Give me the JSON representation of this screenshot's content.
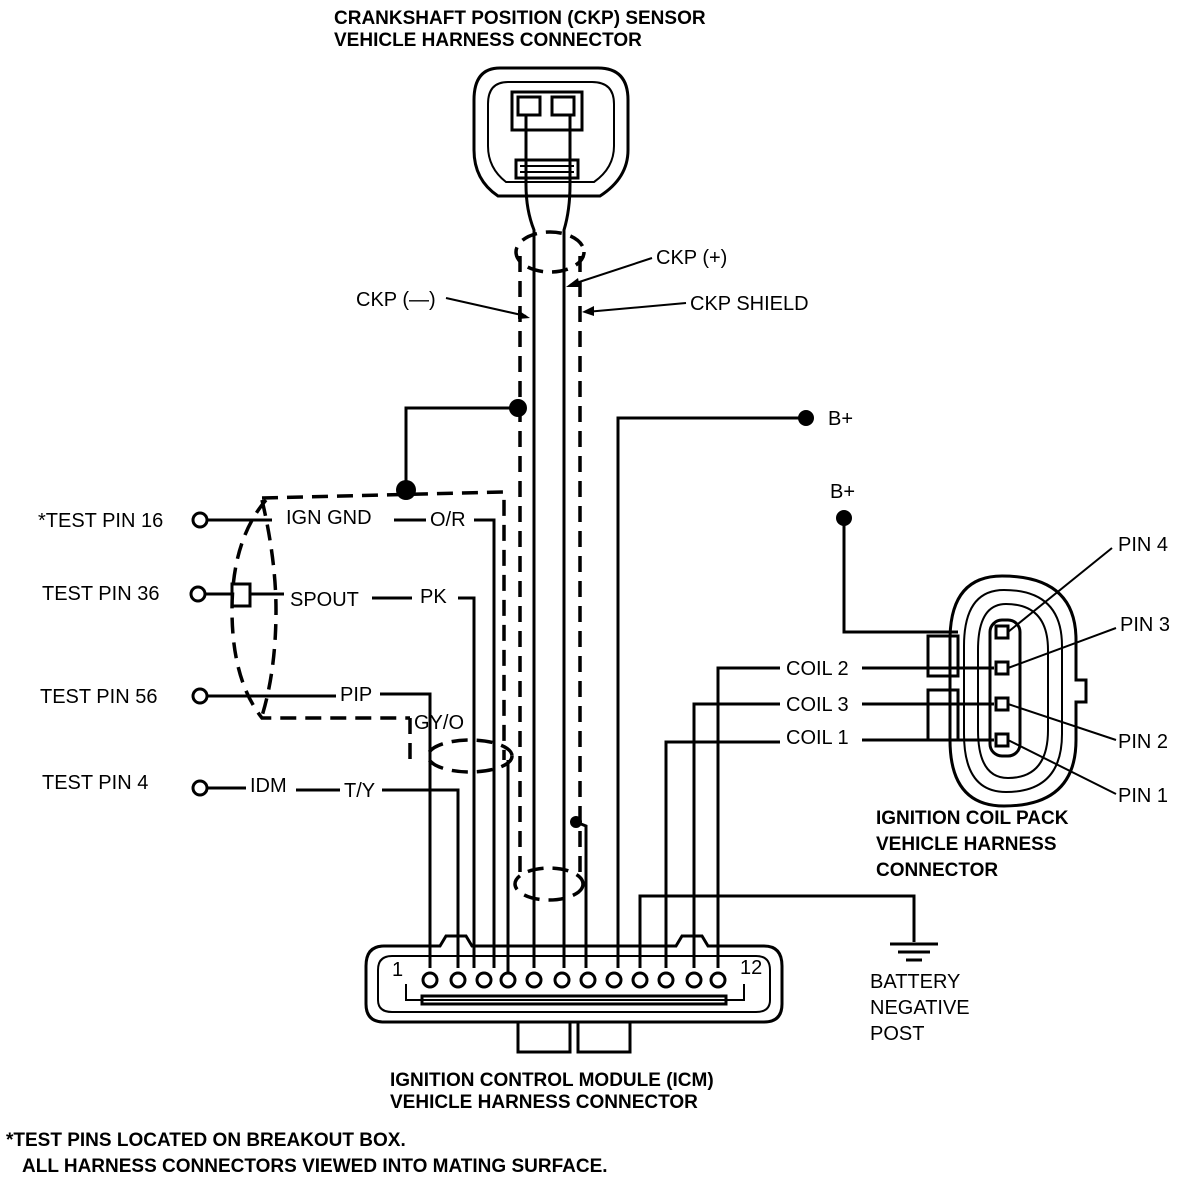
{
  "titles": {
    "ckp_line1": "CRANKSHAFT POSITION (CKP) SENSOR",
    "ckp_line2": "VEHICLE HARNESS CONNECTOR",
    "icm_line1": "IGNITION CONTROL MODULE (ICM)",
    "icm_line2": "VEHICLE HARNESS CONNECTOR",
    "coil_line1": "IGNITION COIL PACK",
    "coil_line2": "VEHICLE HARNESS",
    "coil_line3": "CONNECTOR"
  },
  "wires": {
    "ckp_plus": "CKP (+)",
    "ckp_minus": "CKP (—)",
    "ckp_shield": "CKP SHIELD",
    "b_plus_1": "B+",
    "b_plus_2": "B+",
    "ign_gnd": "IGN GND",
    "o_r": "O/R",
    "spout": "SPOUT",
    "pk": "PK",
    "pip": "PIP",
    "gy_o": "GY/O",
    "idm": "IDM",
    "t_y": "T/Y",
    "coil_2": "COIL 2",
    "coil_3": "COIL 3",
    "coil_1": "COIL 1"
  },
  "test_pins": {
    "tp16": "*TEST PIN 16",
    "tp36": "TEST PIN 36",
    "tp56": "TEST PIN 56",
    "tp4": "TEST PIN 4"
  },
  "coil_pins": {
    "pin4": "PIN 4",
    "pin3": "PIN 3",
    "pin2": "PIN 2",
    "pin1": "PIN 1"
  },
  "icm_pins": {
    "first": "1",
    "last": "12"
  },
  "ground": {
    "line1": "BATTERY",
    "line2": "NEGATIVE",
    "line3": "POST"
  },
  "footnote": {
    "line1": "*TEST PINS LOCATED ON BREAKOUT BOX.",
    "line2": "ALL HARNESS CONNECTORS VIEWED INTO MATING SURFACE."
  }
}
